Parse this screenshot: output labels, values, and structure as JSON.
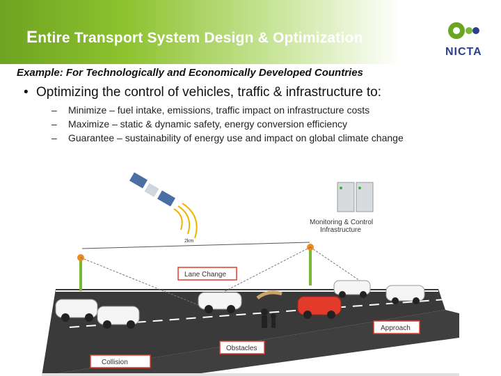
{
  "header": {
    "title": "Entire Transport System Design & Optimization",
    "logo_text": "NICTA",
    "brand_color": "#8dc22f"
  },
  "content": {
    "subtitle": "Example: For Technologically and Economically Developed Countries",
    "bullet": "Optimizing the control of vehicles, traffic & infrastructure to:",
    "sub_items": [
      "Minimize – fuel intake, emissions, traffic impact on infrastructure costs",
      "Maximize – static & dynamic safety, energy conversion efficiency",
      "Guarantee – sustainability of energy use and impact on global climate change"
    ]
  },
  "diagram": {
    "infrastructure_label_line1": "Monitoring & Control",
    "infrastructure_label_line2": "Infrastructure",
    "distance_label": "2km",
    "labels": {
      "lane_change": "Lane Change",
      "approach": "Approach",
      "obstacles": "Obstacles",
      "collision": "Collision"
    }
  }
}
